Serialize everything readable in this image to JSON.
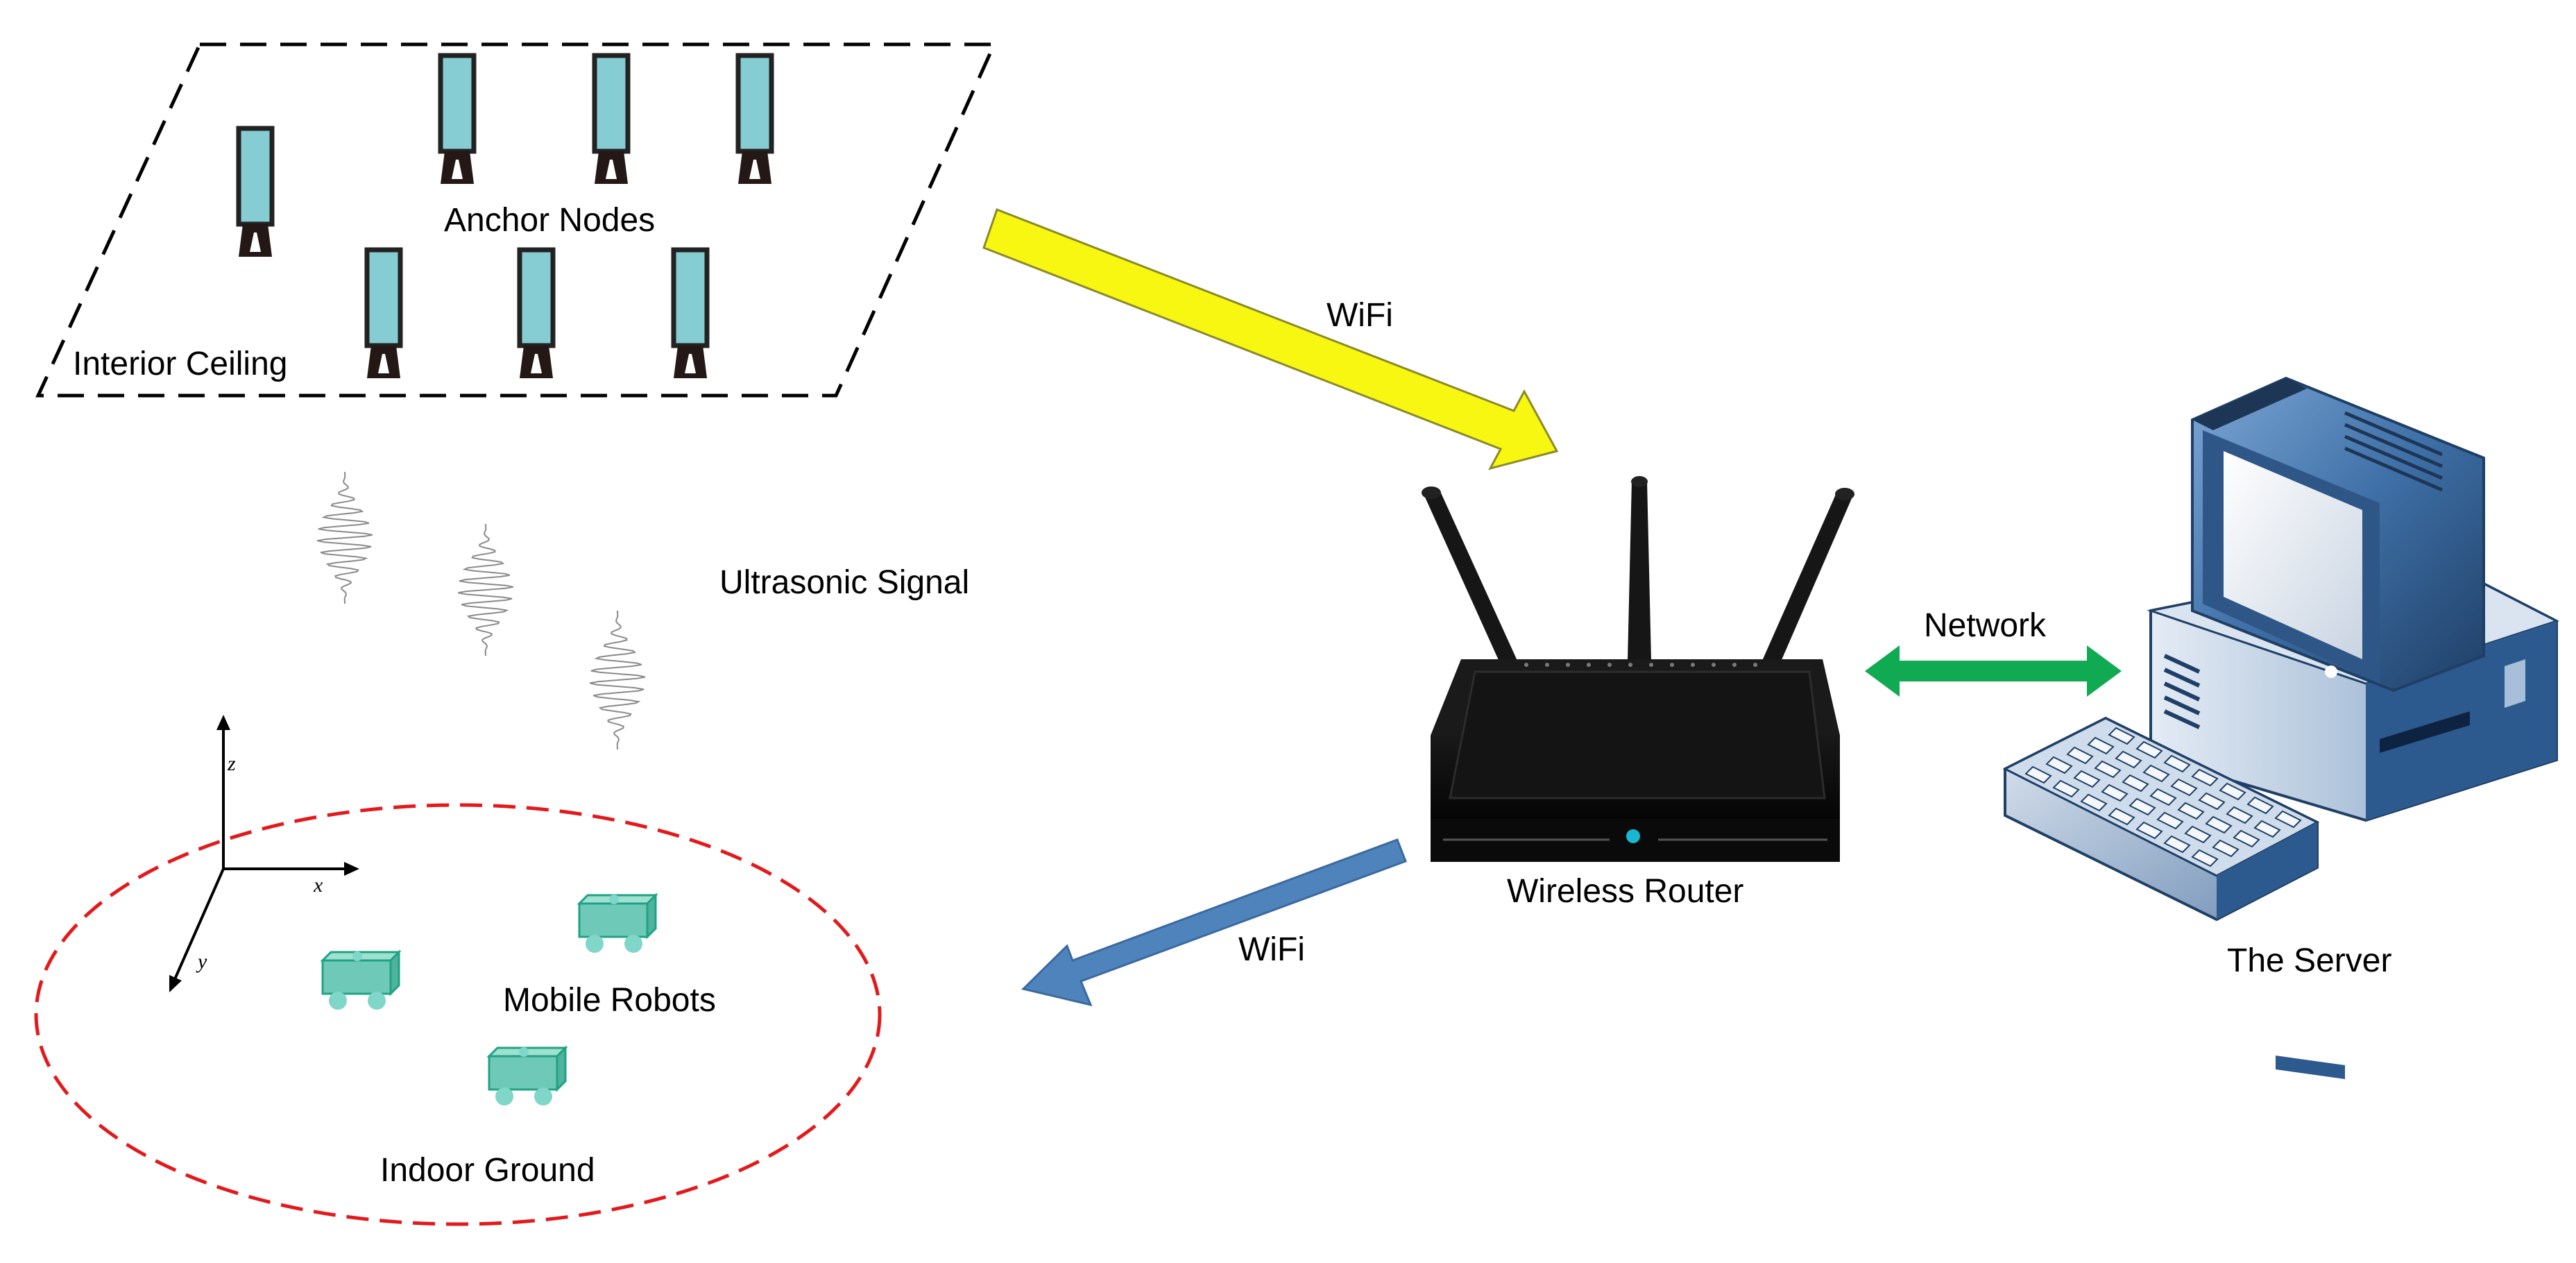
{
  "labels": {
    "anchor_nodes": "Anchor Nodes",
    "interior_ceiling": "Interior Ceiling",
    "wifi_top": "WiFi",
    "ultrasonic_signal": "Ultrasonic Signal",
    "wireless_router": "Wireless Router",
    "network": "Network",
    "the_server": "The Server",
    "wifi_bottom": "WiFi",
    "mobile_robots": "Mobile Robots",
    "indoor_ground": "Indoor Ground"
  },
  "axes": {
    "z": "z",
    "x": "x",
    "y": "y"
  },
  "colors": {
    "ceiling_border": "#000000",
    "ground_border": "#e3191c",
    "anchor_fill": "#86ccd3",
    "robot_fill": "#6fc9b8",
    "wifi_top_arrow": "#f7f711",
    "wifi_bottom_arrow": "#4f83bb",
    "network_arrow": "#10aa53",
    "router_body": "#111111"
  },
  "icons": {
    "anchor": "anchor-node-icon",
    "robot": "mobile-robot-icon",
    "router": "wireless-router-icon",
    "server": "desktop-computer-icon",
    "keyboard": "keyboard-icon",
    "wave": "ultrasonic-wave-icon"
  }
}
